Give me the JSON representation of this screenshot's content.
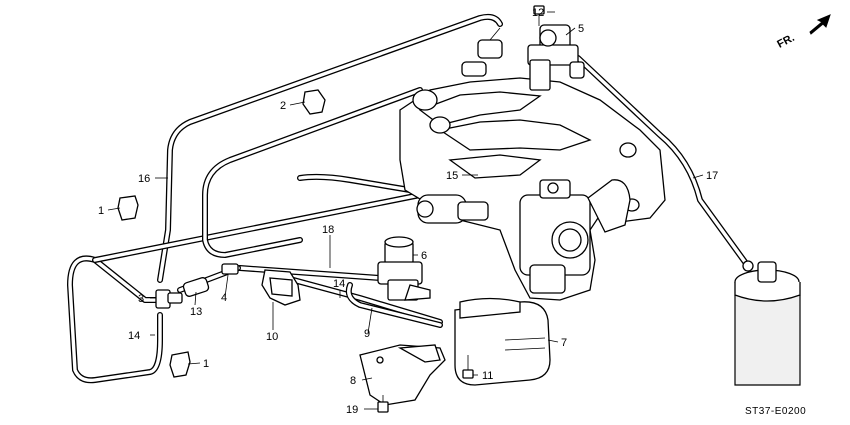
{
  "diagram_code": "ST37-E0200",
  "direction_label": "FR.",
  "callouts": [
    {
      "id": "c1a",
      "text": "1"
    },
    {
      "id": "c1b",
      "text": "1"
    },
    {
      "id": "c2",
      "text": "2"
    },
    {
      "id": "c3",
      "text": "3"
    },
    {
      "id": "c4",
      "text": "4"
    },
    {
      "id": "c5",
      "text": "5"
    },
    {
      "id": "c6",
      "text": "6"
    },
    {
      "id": "c7",
      "text": "7"
    },
    {
      "id": "c8",
      "text": "8"
    },
    {
      "id": "c9",
      "text": "9"
    },
    {
      "id": "c10",
      "text": "10"
    },
    {
      "id": "c11",
      "text": "11"
    },
    {
      "id": "c12",
      "text": "12"
    },
    {
      "id": "c13",
      "text": "13"
    },
    {
      "id": "c14a",
      "text": "14"
    },
    {
      "id": "c14b",
      "text": "14"
    },
    {
      "id": "c15",
      "text": "15"
    },
    {
      "id": "c16",
      "text": "16"
    },
    {
      "id": "c17",
      "text": "17"
    },
    {
      "id": "c18",
      "text": "18"
    },
    {
      "id": "c19",
      "text": "19"
    }
  ],
  "colors": {
    "line": "#000000",
    "background": "#ffffff"
  }
}
